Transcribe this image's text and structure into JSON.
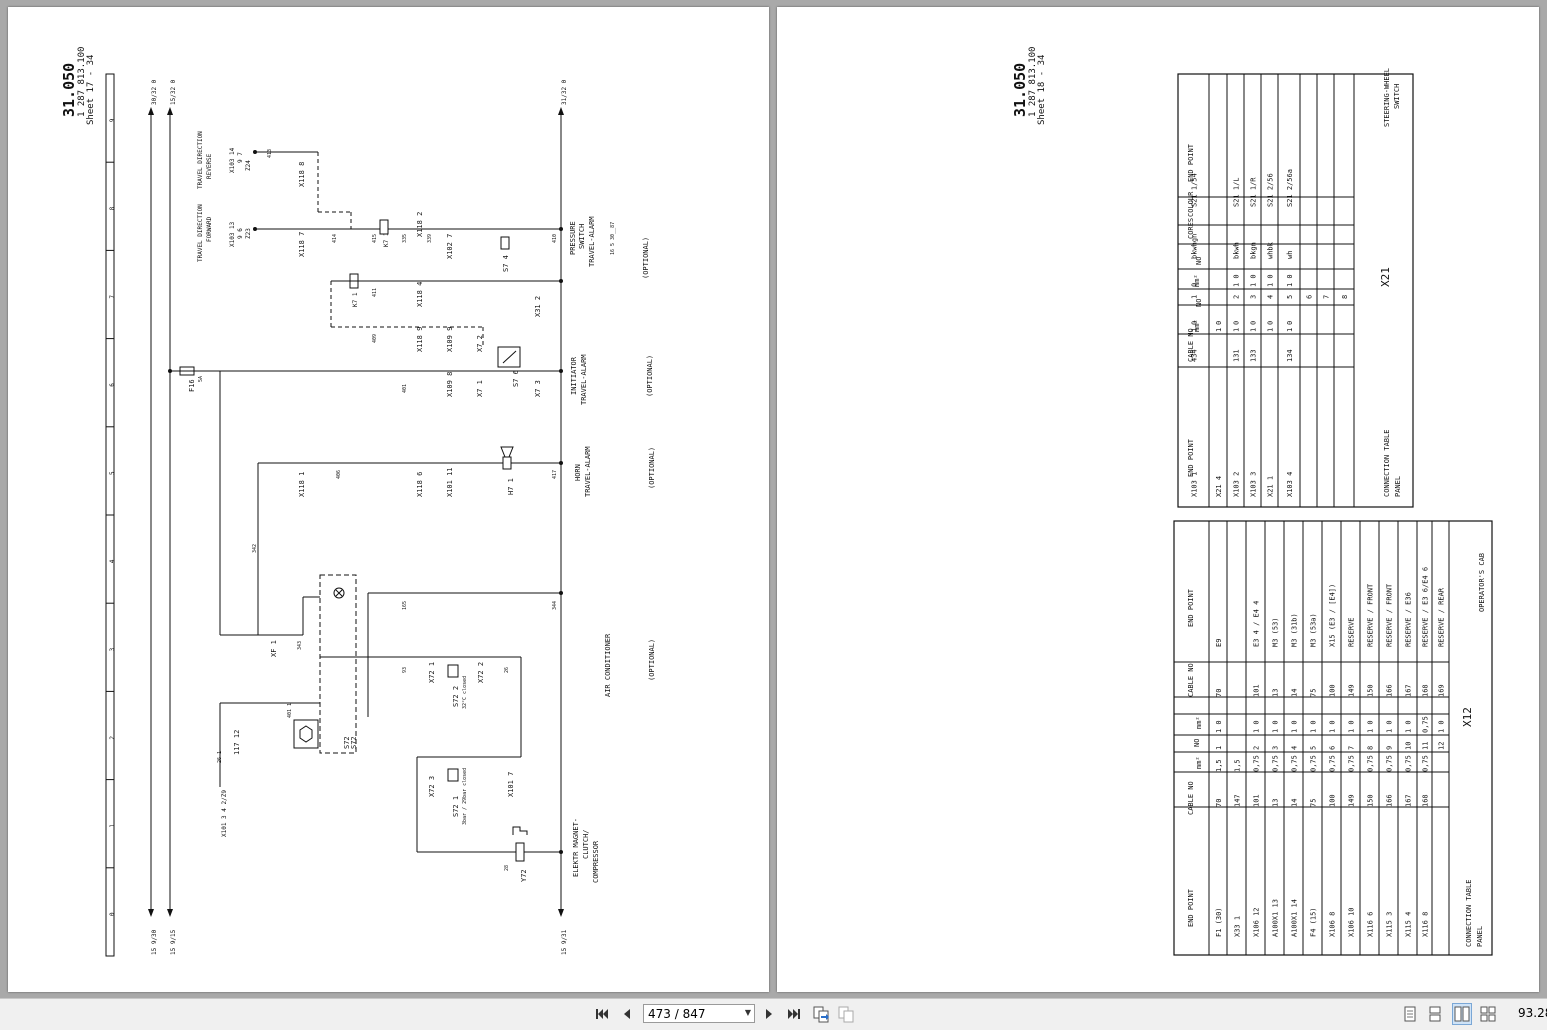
{
  "viewer": {
    "page_indicator": "473 / 847",
    "zoom": "93.28"
  },
  "left_page": {
    "doc_number": "31.050",
    "doc_code": "1 287 813.100",
    "sheet": "Sheet 17 - 34",
    "supply_terminals": [
      "30/32 0",
      "15/32 0",
      "31/32 0"
    ],
    "source_refs": [
      "15 9/30",
      "15 9/15",
      "15 9/31"
    ],
    "grid_numbers": [
      "0",
      "1",
      "2",
      "3",
      "4",
      "5",
      "6",
      "7",
      "8",
      "9"
    ],
    "components": {
      "travel_forward": [
        "TRAVEL DIRECTION",
        "FORWARD"
      ],
      "travel_reverse": [
        "TRAVEL DIRECTION",
        "REVERSE"
      ],
      "x103_13": [
        "X103 13",
        "9 6",
        "Z23"
      ],
      "x103_14": [
        "X103 14",
        "9 7",
        "Z24"
      ],
      "pressure_switch": [
        "PRESSURE",
        "SWITCH",
        "TRAVEL-ALARM"
      ],
      "pressure_note": "16 5 30__87",
      "initiator": [
        "INITIATOR",
        "TRAVEL-ALARM"
      ],
      "horn": [
        "HORN",
        "TRAVEL-ALARM"
      ],
      "air_conditioner": "AIR CONDITIONER",
      "clutch": [
        "ELEKTR MAGNET-",
        "CLUTCH/",
        "COMPRESSOR"
      ],
      "optional": "(OPTIONAL)",
      "fuse": "F16",
      "fuse_rating": "5A",
      "relay": "K7",
      "s7_4": "S7 4",
      "s7_6": "S7 6",
      "h7": "H7 1",
      "y72": "Y72",
      "s72": "S72",
      "s72_note": "3bar / 29bar closed",
      "s72_2": "S72 2",
      "s72_2_note": "32°C closed",
      "x101_3": "X101 3   4 2/Z9"
    },
    "wire_labels": [
      "413",
      "414",
      "415",
      "335",
      "339",
      "410",
      "411",
      "409",
      "401",
      "342",
      "406",
      "417",
      "343",
      "93",
      "165",
      "344",
      "26",
      "28",
      "401 1",
      "26 1"
    ],
    "connector_labels": [
      "X118 7",
      "X118 8",
      "X118 2",
      "X102 7",
      "X118 4",
      "X118 9",
      "X109 9",
      "X109 8",
      "X118 1",
      "X118 6",
      "X101 11",
      "X31 2",
      "X7 2",
      "X7 1",
      "X7 3",
      "X72 1",
      "X72 3",
      "X72 2",
      "X101 7",
      "117 12",
      "XF 1",
      "S72"
    ]
  },
  "right_page": {
    "doc_number": "31.050",
    "doc_code": "1 287 813.100",
    "sheet": "Sheet 18 - 34",
    "x21_table": {
      "title": "X21",
      "location": "STEERING-WHEEL SWITCH",
      "caption": [
        "CONNECTION TABLE",
        "PANEL"
      ],
      "headers": [
        "END POINT",
        "CABLE NO",
        "NO",
        "mm²",
        "NO",
        "mm²",
        "CORES",
        "COLOUR",
        "END POINT"
      ],
      "rows": [
        [
          "X103 1",
          "434",
          "1",
          "0",
          "1",
          "0",
          "bkwhgn",
          "S21 1/54"
        ],
        [
          "X21 4",
          "",
          "1",
          "0",
          "",
          "",
          "",
          ""
        ],
        [
          "X103 2",
          "131",
          "1",
          "0",
          "2",
          "1 0",
          "bkwh",
          "S21 1/L"
        ],
        [
          "X103 3",
          "133",
          "1",
          "0",
          "3",
          "1 0",
          "bkgn",
          "S21 1/R"
        ],
        [
          "X21 1",
          "",
          "1",
          "0",
          "4",
          "1 0",
          "whbk",
          "S21 2/56"
        ],
        [
          "X103 4",
          "134",
          "1",
          "0",
          "5",
          "1 0",
          "wh",
          "S21 2/56a"
        ],
        [
          "",
          "",
          "",
          "",
          "6",
          "",
          "",
          ""
        ],
        [
          "",
          "",
          "",
          "",
          "7",
          "",
          "",
          ""
        ],
        [
          "",
          "",
          "",
          "",
          "8",
          "",
          "",
          ""
        ]
      ]
    },
    "x12_table": {
      "title": "X12",
      "location": "OPERATOR'S CAB",
      "caption": [
        "CONNECTION TABLE",
        "PANEL"
      ],
      "headers": [
        "END POINT",
        "CABLE NO",
        "mm²",
        "NO",
        "mm²",
        "CABLE NO",
        "END POINT"
      ],
      "rows": [
        [
          "F1 (30)",
          "70",
          "1,5",
          "1",
          "1 0",
          "70",
          "E9"
        ],
        [
          "X33 1",
          "147",
          "1,5",
          "",
          "",
          "",
          ""
        ],
        [
          "X106 12",
          "101",
          "0,75",
          "2",
          "1 0",
          "101",
          "E3 4 / E4 4"
        ],
        [
          "A100X1 13",
          "13",
          "0,75",
          "3",
          "1 0",
          "13",
          "M3 (53)"
        ],
        [
          "A100X1 14",
          "14",
          "0,75",
          "4",
          "1 0",
          "14",
          "M3 (31b)"
        ],
        [
          "F4 (15)",
          "75",
          "0,75",
          "5",
          "1 0",
          "75",
          "M3 (53a)"
        ],
        [
          "X106 8",
          "100",
          "0,75",
          "6",
          "1 0",
          "100",
          "X15 (E3 / [E4])"
        ],
        [
          "X106 10",
          "149",
          "0,75",
          "7",
          "1 0",
          "149",
          "RESERVE"
        ],
        [
          "X116 6",
          "150",
          "0,75",
          "8",
          "1 0",
          "150",
          "RESERVE   / FRONT"
        ],
        [
          "X115 3",
          "166",
          "0,75",
          "9",
          "1 0",
          "166",
          "RESERVE   / FRONT"
        ],
        [
          "X115 4",
          "167",
          "0,75",
          "10",
          "1 0",
          "167",
          "RESERVE   / E36"
        ],
        [
          "X116 8",
          "168",
          "0,75",
          "11",
          "0,75",
          "168",
          "RESERVE   / E3 6/E4 6"
        ],
        [
          "",
          "",
          "",
          "12",
          "1 0",
          "169",
          "RESERVE   / REAR"
        ]
      ]
    }
  }
}
